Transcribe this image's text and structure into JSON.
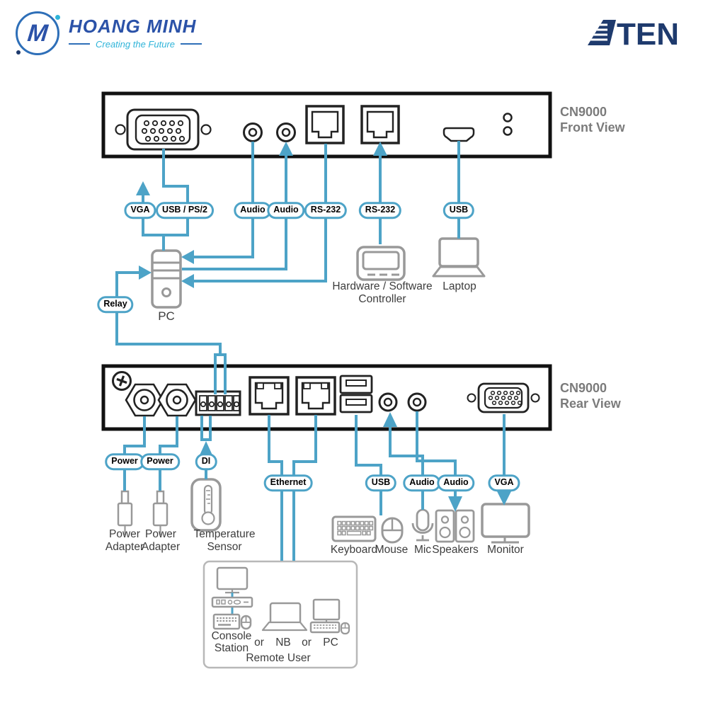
{
  "header": {
    "brand": {
      "monogram": "M",
      "name": "HOANG MINH",
      "tagline": "Creating the Future"
    },
    "aten": {
      "wordmark": "ATEN",
      "tail": "TEN"
    }
  },
  "front_view": {
    "title_line1": "CN9000",
    "title_line2": "Front View",
    "port_labels": {
      "vga": "VGA",
      "usb_ps2": "USB / PS/2",
      "audio_1": "Audio",
      "audio_2": "Audio",
      "rs232_1": "RS-232",
      "rs232_2": "RS-232",
      "usb": "USB",
      "relay": "Relay"
    },
    "devices": {
      "pc": "PC",
      "controller_line1": "Hardware / Software",
      "controller_line2": "Controller",
      "laptop": "Laptop"
    }
  },
  "rear_view": {
    "title_line1": "CN9000",
    "title_line2": "Rear View",
    "port_labels": {
      "power_1": "Power",
      "power_2": "Power",
      "di": "DI",
      "ethernet": "Ethernet",
      "usb": "USB",
      "audio_1": "Audio",
      "audio_2": "Audio",
      "vga": "VGA"
    },
    "devices": {
      "power_adapter_1_line1": "Power",
      "power_adapter_1_line2": "Adapter",
      "power_adapter_2_line1": "Power",
      "power_adapter_2_line2": "Adapter",
      "temperature_sensor_line1": "Temperature",
      "temperature_sensor_line2": "Sensor",
      "keyboard": "Keyboard",
      "mouse": "Mouse",
      "mic": "Mic",
      "speakers": "Speakers",
      "monitor": "Monitor"
    }
  },
  "remote_user": {
    "console_line1": "Console",
    "console_line2": "Station",
    "or_1": "or",
    "nb": "NB",
    "or_2": "or",
    "pc": "PC",
    "caption": "Remote User"
  },
  "colors": {
    "connector_line": "#4da3c7",
    "panel_border": "#111111",
    "device_icon": "#999999",
    "aten_navy": "#1e3a6d",
    "brand_blue": "#2b52a8",
    "brand_teal": "#2fb4d9"
  }
}
